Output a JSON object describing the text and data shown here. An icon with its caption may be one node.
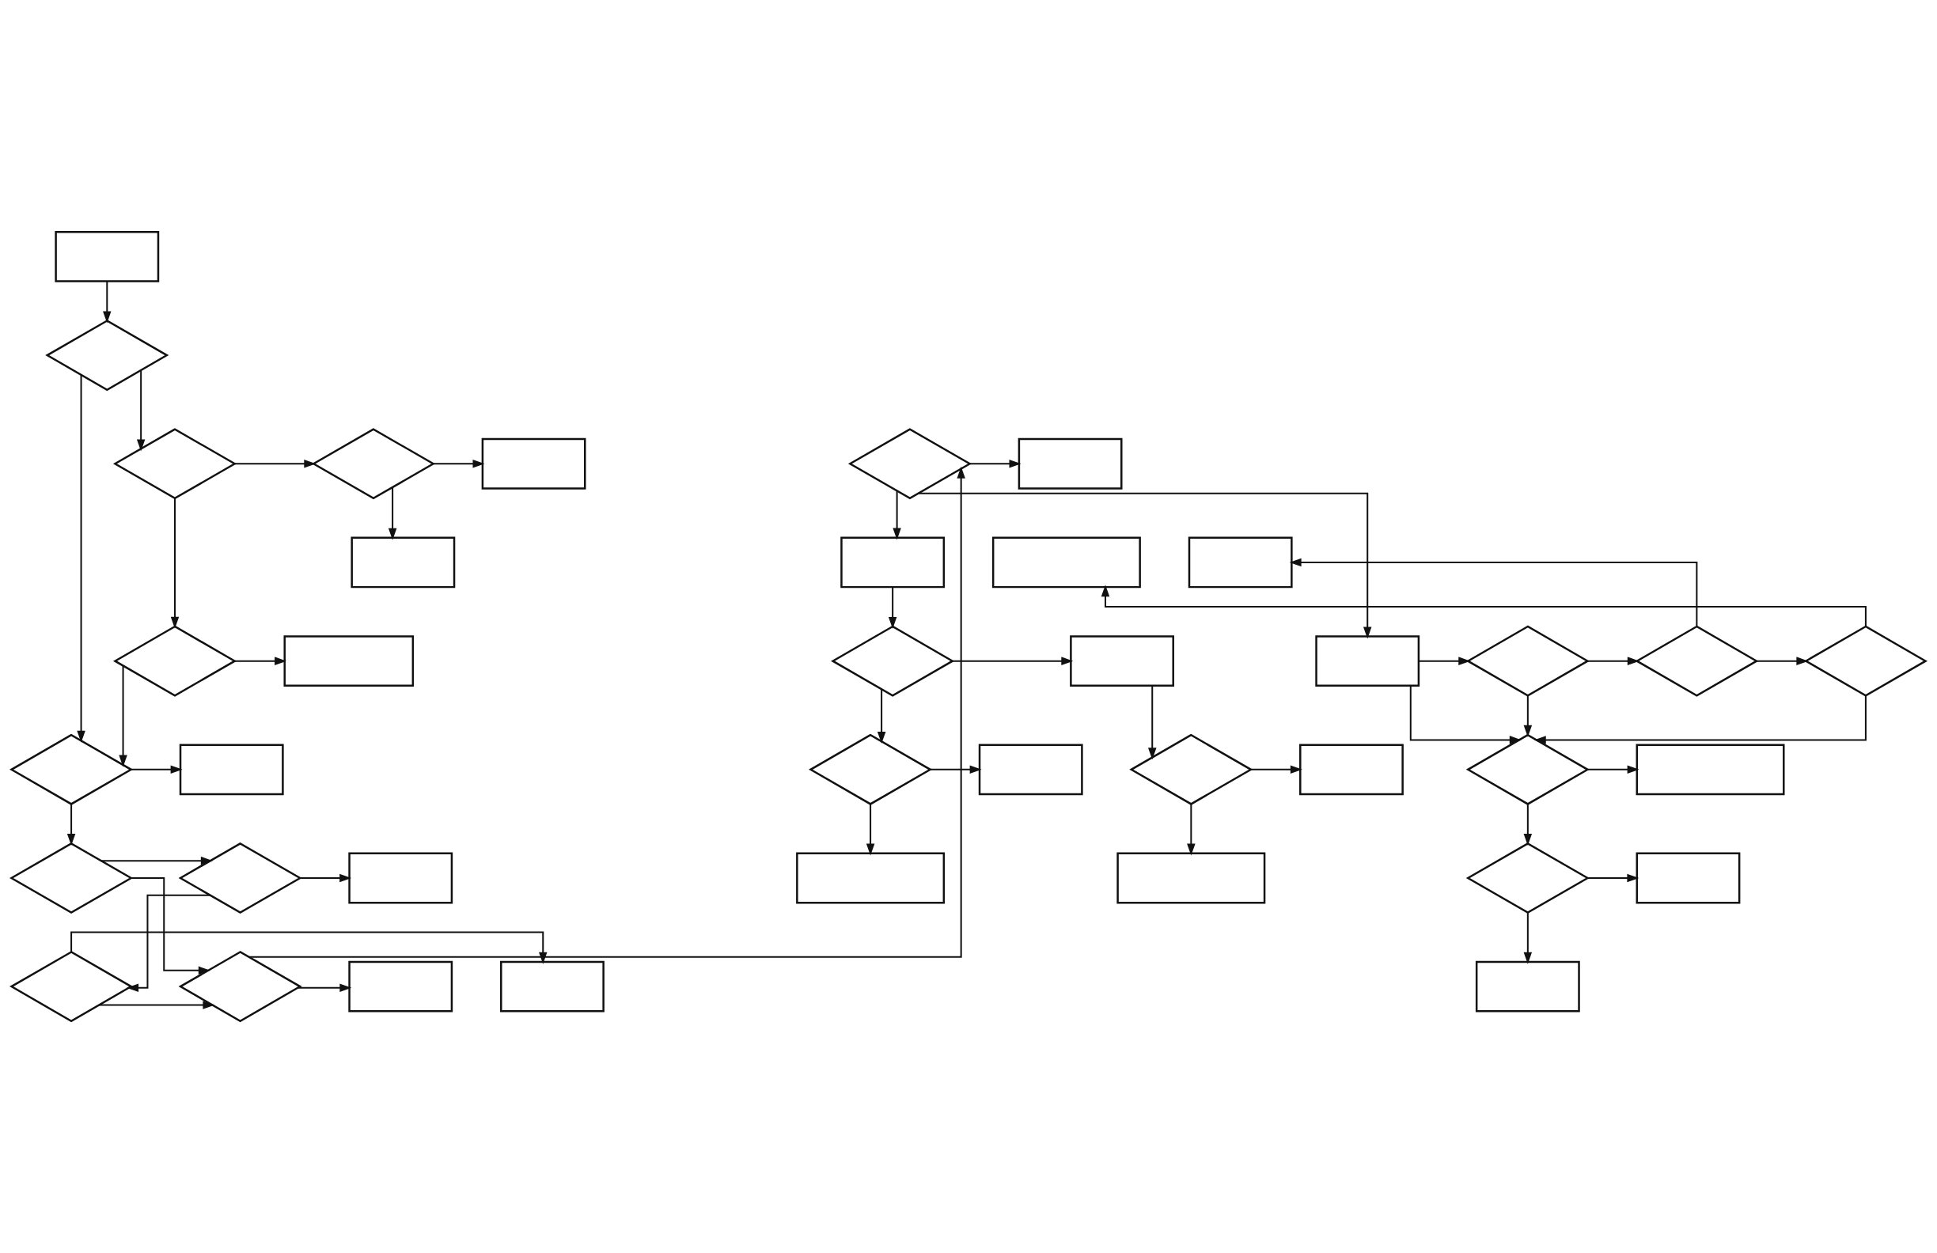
{
  "diagram": {
    "nodes": [
      {
        "text": [],
        "shape": "box"
      },
      {
        "text": [],
        "shape": "diamond"
      },
      {
        "text": [],
        "shape": "diamond"
      },
      {
        "text": [],
        "shape": "diamond"
      },
      {
        "text": [],
        "shape": "box"
      },
      {
        "text": [],
        "shape": "box"
      },
      {
        "text": [],
        "shape": "diamond"
      },
      {
        "text": [],
        "shape": "box"
      },
      {
        "text": [],
        "shape": "diamond"
      },
      {
        "text": [],
        "shape": "box"
      },
      {
        "text": [],
        "shape": "diamond"
      },
      {
        "text": [],
        "shape": "diamond"
      },
      {
        "text": [],
        "shape": "box"
      },
      {
        "text": [],
        "shape": "box"
      },
      {
        "text": [],
        "shape": "diamond"
      },
      {
        "text": [],
        "shape": "diamond"
      },
      {
        "text": [],
        "shape": "box"
      },
      {
        "text": [],
        "shape": "diamond"
      },
      {
        "text": [],
        "shape": "box"
      },
      {
        "text": [],
        "shape": "box"
      },
      {
        "text": [],
        "shape": "box"
      },
      {
        "text": [],
        "shape": "diamond"
      },
      {
        "text": [],
        "shape": "box"
      },
      {
        "text": [],
        "shape": "diamond"
      },
      {
        "text": [],
        "shape": "box"
      },
      {
        "text": [],
        "shape": "diamond"
      },
      {
        "text": [],
        "shape": "diamond"
      },
      {
        "text": [],
        "shape": "box"
      },
      {
        "text": [],
        "shape": "diamond"
      },
      {
        "text": [],
        "shape": "box"
      },
      {
        "text": [],
        "shape": "box"
      },
      {
        "text": [],
        "shape": "diamond"
      },
      {
        "text": [],
        "shape": "box"
      },
      {
        "text": [],
        "shape": "box"
      },
      {
        "text": [],
        "shape": "diamond"
      },
      {
        "text": [],
        "shape": "box"
      },
      {
        "text": [],
        "shape": "diamond"
      },
      {
        "text": [],
        "shape": "box"
      },
      {
        "text": [],
        "shape": "box"
      }
    ],
    "edges": [
      {
        "from": 0,
        "to": 1,
        "arrow": "to"
      },
      {
        "from": 1,
        "to": 2,
        "arrow": "to"
      },
      {
        "from": 1,
        "to": 8,
        "arrow": "to"
      },
      {
        "from": 2,
        "to": 3,
        "arrow": "to"
      },
      {
        "from": 3,
        "to": 4,
        "arrow": "to"
      },
      {
        "from": 3,
        "to": 5,
        "arrow": "to"
      },
      {
        "from": 2,
        "to": 6,
        "arrow": "to"
      },
      {
        "from": 6,
        "to": 7,
        "arrow": "to"
      },
      {
        "from": 6,
        "to": 8,
        "arrow": "to"
      },
      {
        "from": 8,
        "to": 9,
        "arrow": "to"
      },
      {
        "from": 8,
        "to": 10,
        "arrow": "to"
      },
      {
        "from": 10,
        "to": 11,
        "arrow": "to"
      },
      {
        "from": 11,
        "to": 12,
        "arrow": "to"
      },
      {
        "from": 10,
        "to": 14,
        "arrow": "to"
      },
      {
        "from": 11,
        "to": 15,
        "arrow": "to"
      },
      {
        "from": 15,
        "to": 14,
        "arrow": "to"
      },
      {
        "from": 15,
        "to": 16,
        "arrow": "to"
      },
      {
        "from": 14,
        "to": 13,
        "arrow": "to"
      },
      {
        "from": 14,
        "to": 17,
        "arrow": "to"
      },
      {
        "from": 17,
        "to": 18,
        "arrow": "to"
      },
      {
        "from": 17,
        "to": 19,
        "arrow": "to"
      },
      {
        "from": 17,
        "to": 20,
        "arrow": "to"
      },
      {
        "from": 20,
        "to": 21,
        "arrow": "to"
      },
      {
        "from": 21,
        "to": 23,
        "arrow": "to"
      },
      {
        "from": 23,
        "to": 22,
        "arrow": "to"
      },
      {
        "from": 23,
        "to": 25,
        "arrow": "to"
      },
      {
        "from": 25,
        "to": 24,
        "arrow": "to"
      },
      {
        "from": 20,
        "to": 26,
        "arrow": "to"
      },
      {
        "from": 21,
        "to": 26,
        "arrow": "to"
      },
      {
        "from": 25,
        "to": 26,
        "arrow": "to"
      },
      {
        "from": 26,
        "to": 27,
        "arrow": "to"
      },
      {
        "from": 26,
        "to": 28,
        "arrow": "to"
      },
      {
        "from": 28,
        "to": 29,
        "arrow": "to"
      },
      {
        "from": 28,
        "to": 30,
        "arrow": "to"
      },
      {
        "from": 19,
        "to": 31,
        "arrow": "to"
      },
      {
        "from": 31,
        "to": 32,
        "arrow": "to"
      },
      {
        "from": 31,
        "to": 34,
        "arrow": "to"
      },
      {
        "from": 34,
        "to": 33,
        "arrow": "to"
      },
      {
        "from": 34,
        "to": 35,
        "arrow": "to"
      },
      {
        "from": 32,
        "to": 36,
        "arrow": "to"
      },
      {
        "from": 36,
        "to": 37,
        "arrow": "to"
      },
      {
        "from": 36,
        "to": 38,
        "arrow": "to"
      }
    ]
  }
}
